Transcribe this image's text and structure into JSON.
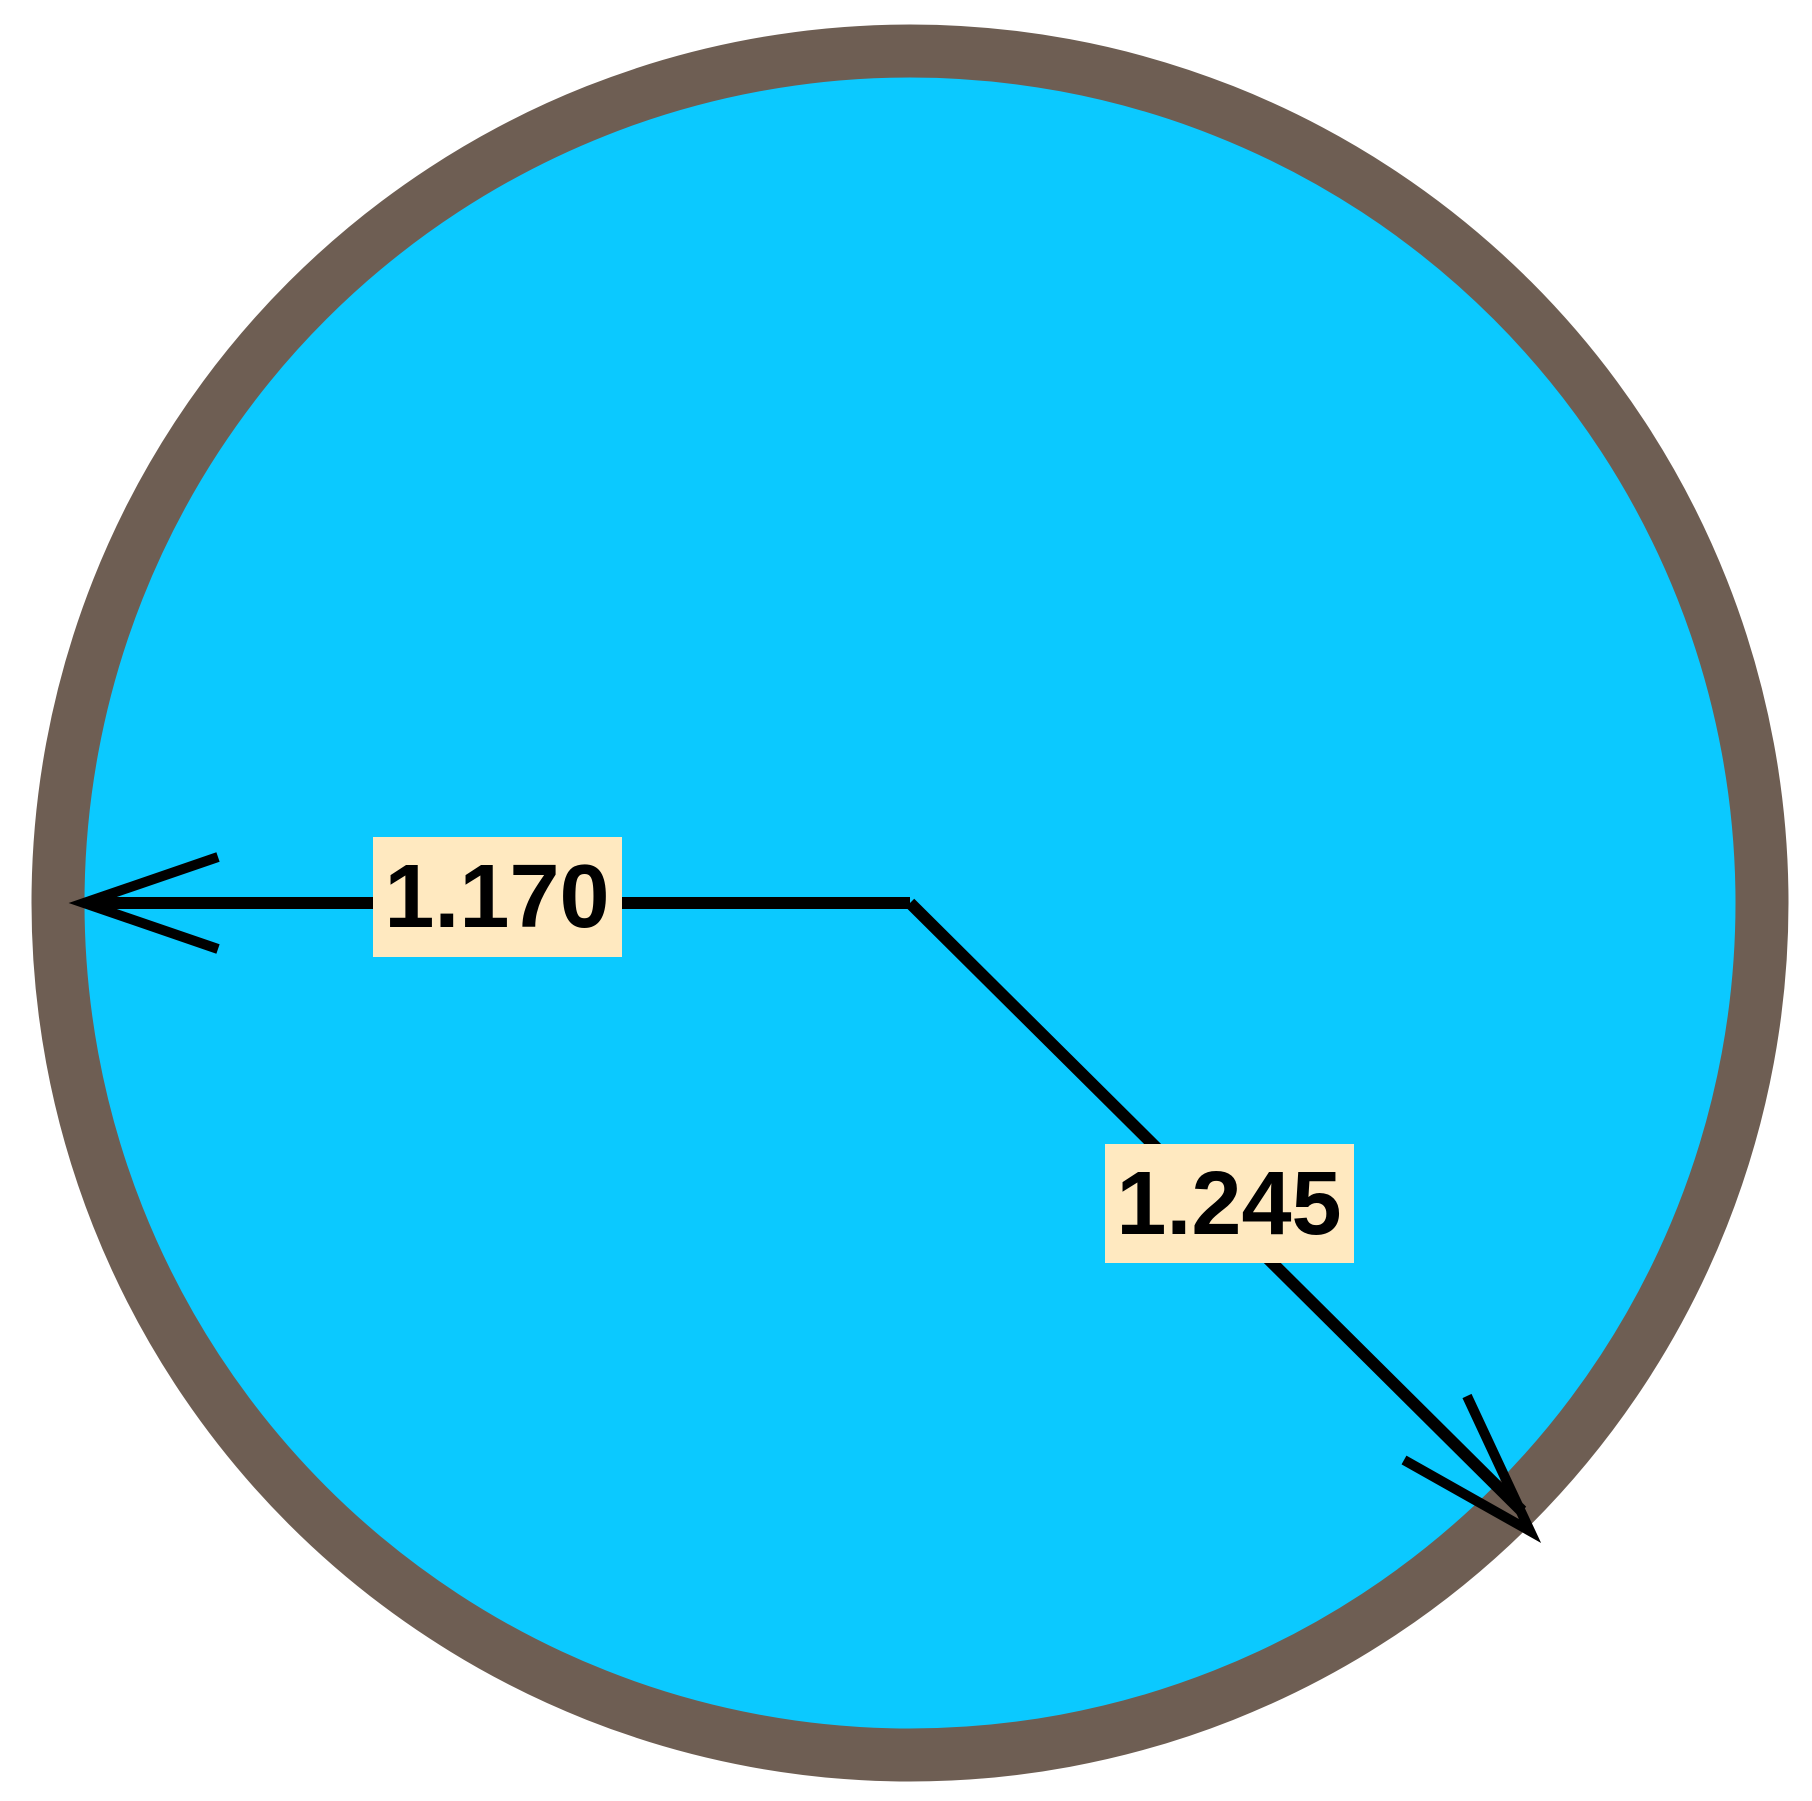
{
  "colors": {
    "background": "#ffffff",
    "circle_fill": "#0bc9ff",
    "circle_outline": "#6e5e53",
    "arrow_line": "#000000",
    "label_background": "#ffe9c0",
    "label_text": "#000000"
  },
  "measurements": [
    {
      "label": "1.170",
      "direction": "left"
    },
    {
      "label": "1.245",
      "direction": "down-right"
    }
  ]
}
